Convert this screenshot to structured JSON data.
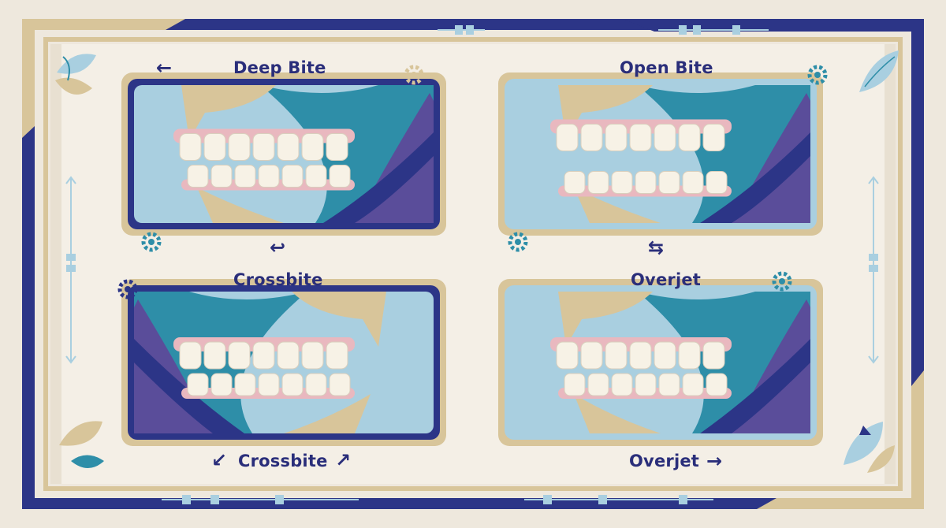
{
  "panels": [
    {
      "key": "deep",
      "title": "Deep Bite"
    },
    {
      "key": "open",
      "title": "Open Bite"
    },
    {
      "key": "cross",
      "title": "Crossbite"
    },
    {
      "key": "overjet",
      "title": "Overjet"
    }
  ],
  "captions": {
    "crossbite_caption": "Crossbite",
    "overjet_caption": "Overjet"
  },
  "arrows": {
    "top_left": "←",
    "mid_left": "↩",
    "mid_right": "⇆",
    "bottom_left_a": "↙",
    "bottom_left_b": "↗",
    "bottom_right": "→"
  },
  "colors": {
    "navy": "#2c3587",
    "tan": "#d8c59a",
    "teal": "#2e8ea8",
    "light_blue": "#a9cfe0",
    "purple": "#5a4d9a",
    "cream": "#f3ede2",
    "tooth": "#f7f2e6",
    "gum": "#e9b8bf"
  }
}
